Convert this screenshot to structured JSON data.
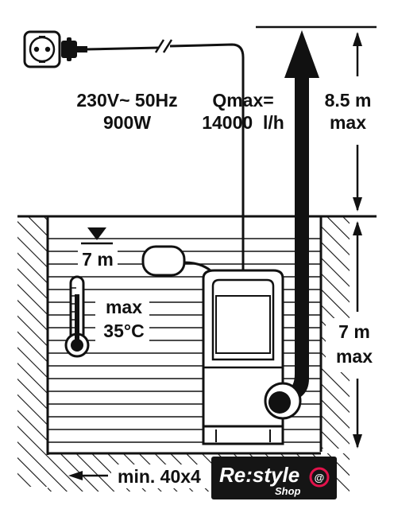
{
  "power": {
    "voltage": "230V~ 50Hz",
    "wattage": "900W"
  },
  "flow": {
    "label": "Qmax=",
    "value": "14000  l/h"
  },
  "head": {
    "value": "8.5 m",
    "unit": "max"
  },
  "submersion": {
    "value": "7 m",
    "unit": "max"
  },
  "water_level": {
    "value": "7 m"
  },
  "temperature": {
    "prefix": "max",
    "value": "35°C"
  },
  "hose": {
    "label": "min. 40x4"
  },
  "brand": {
    "name": "Re:style",
    "sub": "Shop",
    "accent": "#e3124b",
    "bg": "#151515"
  },
  "icons": [
    "power-plug-icon",
    "thermometer-icon",
    "water-level-triangle-icon",
    "float-switch-icon",
    "pump-icon"
  ]
}
